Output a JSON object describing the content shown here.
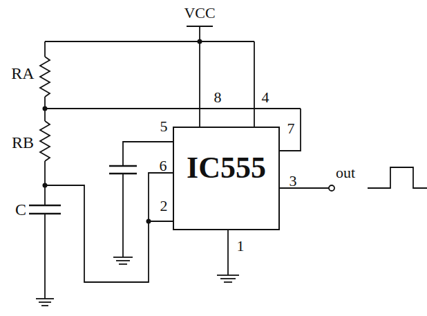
{
  "diagram": {
    "nodes": [
      {
        "text": [
          "IC555"
        ]
      }
    ],
    "labels": [
      "VCC",
      "RA",
      "RB",
      "C",
      "8",
      "4",
      "5",
      "7",
      "6",
      "2",
      "3",
      "out",
      "1"
    ]
  }
}
